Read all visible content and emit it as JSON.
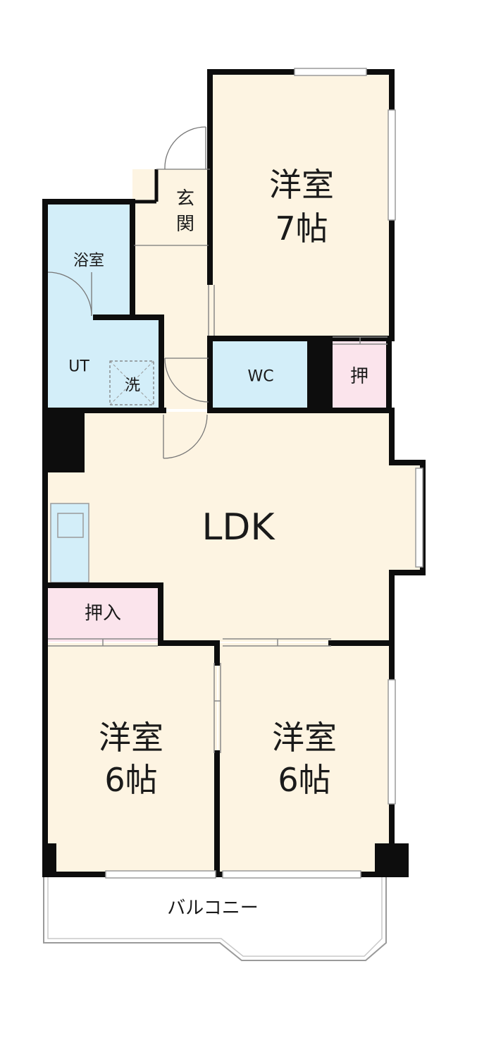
{
  "rooms": {
    "western_7": {
      "name": "洋室",
      "size": "7帖"
    },
    "entrance": {
      "chars": [
        "玄",
        "関"
      ]
    },
    "bath": {
      "name": "浴室"
    },
    "utility": {
      "name": "UT"
    },
    "washer": {
      "name": "洗"
    },
    "toilet": {
      "name": "WC"
    },
    "closet_small": {
      "name": "押"
    },
    "ldk": {
      "name": "LDK"
    },
    "closet_left": {
      "name": "押入"
    },
    "western_6_left": {
      "name": "洋室",
      "size": "6帖"
    },
    "western_6_right": {
      "name": "洋室",
      "size": "6帖"
    },
    "balcony": {
      "name": "バルコニー"
    }
  },
  "colors": {
    "wall": "#0d0d0d",
    "room_cream": "#fdf4e2",
    "wet_blue": "#d3eef9",
    "closet_pink": "#fbe4ec",
    "window_line": "#b0b0b0",
    "outline_grey": "#9a9a9a"
  }
}
